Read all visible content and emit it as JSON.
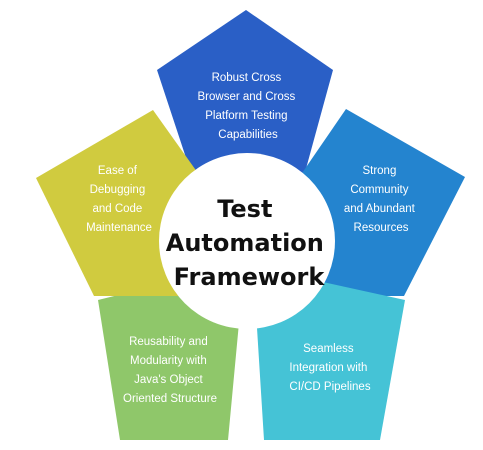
{
  "center": {
    "lines": [
      "Test",
      "Automation",
      "Framework"
    ],
    "fill": "#ffffff",
    "text_color": "#111111"
  },
  "segments": [
    {
      "id": "top",
      "lines": [
        "Robust Cross",
        "Browser and Cross",
        "Platform Testing",
        "Capabilities"
      ],
      "color": "#2a5fc6"
    },
    {
      "id": "right",
      "lines": [
        "Strong",
        "Community",
        "and Abundant",
        "Resources"
      ],
      "color": "#2484cf"
    },
    {
      "id": "bottom-right",
      "lines": [
        "Seamless",
        "Integration with",
        "CI/CD Pipelines"
      ],
      "color": "#45c3d6"
    },
    {
      "id": "bottom-left",
      "lines": [
        "Reusability and",
        "Modularity with",
        "Java's Object",
        "Oriented Structure"
      ],
      "color": "#8fc76a"
    },
    {
      "id": "left",
      "lines": [
        "Ease of",
        "Debugging",
        "and Code",
        "Maintenance"
      ],
      "color": "#d0cb3f"
    }
  ]
}
